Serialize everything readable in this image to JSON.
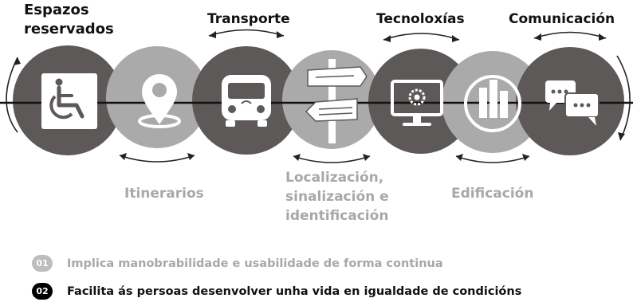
{
  "labels": {
    "top": [
      "Espazos",
      "reservados",
      "Transporte",
      "Tecnoloxías",
      "Comunicación"
    ],
    "bottom": [
      "Itinerarios",
      "Localización,",
      "sinalización e",
      "identificación",
      "Edificación"
    ]
  },
  "legend": [
    {
      "number": "01",
      "text": "Implica manobrabilidade e usabilidade de forma continua"
    },
    {
      "number": "02",
      "text": "Facilita ás persoas desenvolver unha vida en igualdade de condicións"
    }
  ],
  "icons": [
    "wheelchair-icon",
    "location-pin-icon",
    "bus-icon",
    "signpost-icon",
    "computer-monitor-icon",
    "buildings-icon",
    "chat-bubbles-icon"
  ],
  "colors": {
    "dark": "#5e5959",
    "light": "#aaaaaa",
    "label_dark": "#111111",
    "label_light": "#a8a8a8",
    "legend_01": "#bdbdbd",
    "legend_02": "#000000"
  }
}
